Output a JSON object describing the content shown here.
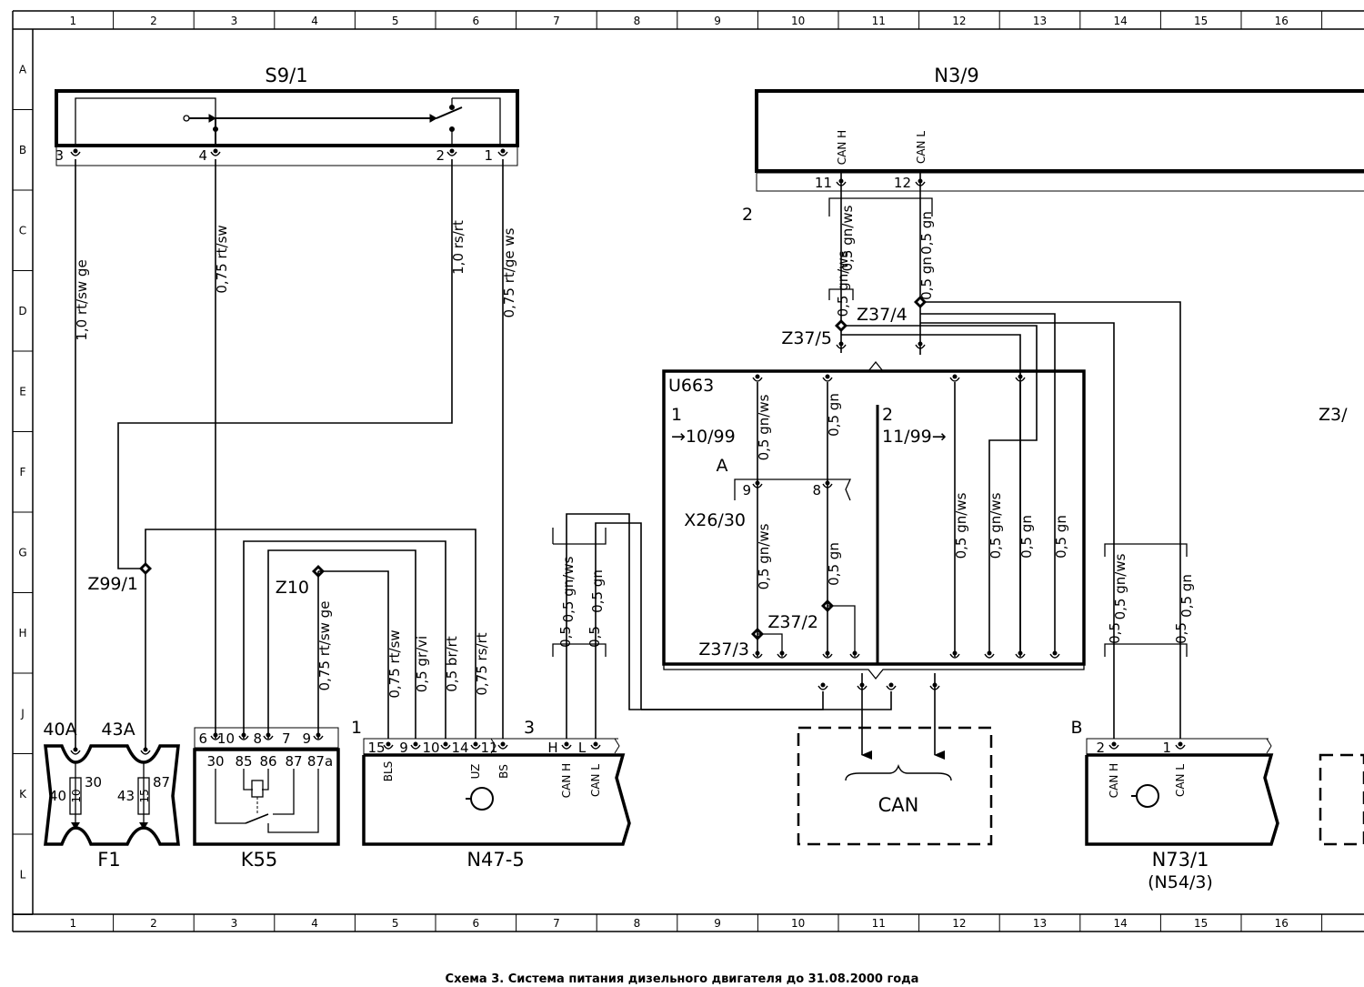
{
  "caption": "Схема 3. Система питания дизельного двигателя до 31.08.2000 года",
  "grid": {
    "columns": [
      "1",
      "2",
      "3",
      "4",
      "5",
      "6",
      "7",
      "8",
      "9",
      "10",
      "11",
      "12",
      "13",
      "14",
      "15",
      "16"
    ],
    "rows": [
      "A",
      "B",
      "C",
      "D",
      "E",
      "F",
      "G",
      "H",
      "J",
      "K",
      "L"
    ]
  },
  "components": {
    "s9_1": {
      "name": "S9/1",
      "pins": [
        "3",
        "4",
        "2",
        "1"
      ],
      "wires": [
        "1,0 rt/sw ge",
        "0,75 rt/sw",
        "1,0 rs/rt",
        "0,75 rt/ge ws"
      ]
    },
    "n3_9": {
      "name": "N3/9",
      "section": "2",
      "pin_labels": [
        "CAN H",
        "CAN L"
      ],
      "pins": [
        "11",
        "12"
      ],
      "wires": [
        "0,5 gn/ws",
        "0,5 gn",
        "0,5 gn/ws",
        "0,5 gn"
      ]
    },
    "splices": [
      "Z37/4",
      "Z37/5",
      "Z99/1",
      "Z10",
      "Z37/2",
      "Z37/3"
    ],
    "u663": {
      "name": "U663",
      "sec1": "1",
      "sec1_date": "→10/99",
      "sec2": "2",
      "sec2_date": "11/99→",
      "wires_top": [
        "0,5 gn/ws",
        "0,5 gn"
      ],
      "wires_mid": [
        "0,5 gn/ws",
        "0,5 gn"
      ],
      "wires_right": [
        "0,5 gn/ws",
        "0,5 gn/ws",
        "0,5 gn",
        "0,5 gn"
      ]
    },
    "x26_30": {
      "name": "X26/30",
      "section": "A",
      "pins": [
        "9",
        "8"
      ]
    },
    "z3": {
      "name": "Z3/"
    },
    "f1": {
      "name": "F1",
      "fuses": [
        "40A",
        "43A"
      ],
      "nums": [
        "40",
        "30",
        "43",
        "87"
      ],
      "values": [
        "10",
        "15"
      ]
    },
    "k55": {
      "name": "K55",
      "pins": [
        "6",
        "10",
        "8",
        "7",
        "9"
      ],
      "terms": [
        "30",
        "85",
        "86",
        "87",
        "87a"
      ],
      "section": "1",
      "wire": "0,75 rt/sw ge"
    },
    "n47_5": {
      "name": "N47-5",
      "pins": [
        "15",
        "9",
        "10",
        "14",
        "11"
      ],
      "terms": [
        "BLS",
        "UZ",
        "BS"
      ],
      "wires": [
        "0,75 rt/sw",
        "0,5 gr/vi",
        "0,5 br/rt",
        "0,75 rs/rt"
      ],
      "section": "3",
      "can_pins": [
        "H",
        "L"
      ],
      "can_labels": [
        "CAN H",
        "CAN L"
      ],
      "can_wires": [
        "0,5 gn/ws",
        "0,5 gn"
      ]
    },
    "can_bus": {
      "label": "CAN"
    },
    "n73_1": {
      "name": "N73/1",
      "alt": "(N54/3)",
      "section": "B",
      "pins": [
        "2",
        "1"
      ],
      "pin_labels": [
        "CAN H",
        "CAN L"
      ],
      "wires": [
        "0,5 gn/ws",
        "0,5 gn"
      ]
    }
  }
}
